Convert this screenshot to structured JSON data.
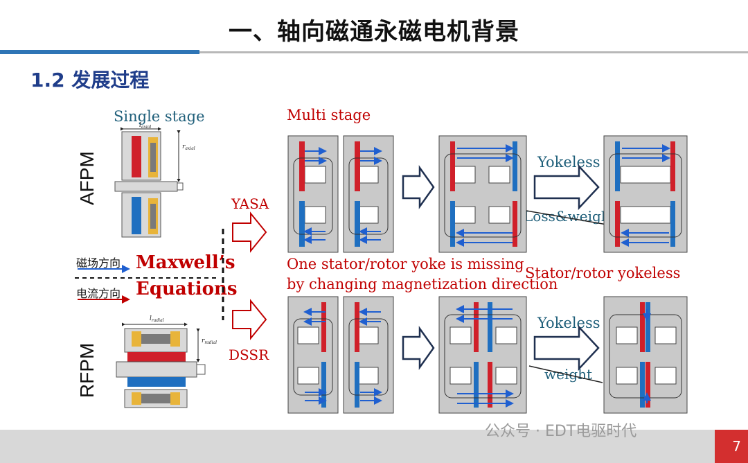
{
  "title": "一、轴向磁通永磁电机背景",
  "section": "1.2  发展过程",
  "labels": {
    "single_stage": "Single stage",
    "multi_stage": "Multi stage",
    "afpm": "AFPM",
    "rfpm": "RFPM",
    "yasa": "YASA",
    "dssr": "DSSR",
    "field_dir": "磁场方向",
    "current_dir": "电流方向",
    "maxwell": "Maxwell’s",
    "equations": "Equations",
    "yokeless_top": "Yokeless",
    "loss_weight": "Loss&weight",
    "yokeless_bottom": "Yokeless",
    "weight": "weight",
    "stator_yoke_1": "One stator/rotor yoke is missing",
    "stator_yoke_2": "by changing magnetization direction",
    "stator_rotor_yokeless": "Stator/rotor yokeless",
    "l_axial": "l",
    "l_axial_sub": "axial",
    "r_axial": "r",
    "r_axial_sub": "axial",
    "l_radial": "l",
    "l_radial_sub": "radial",
    "r_radial": "r",
    "r_radial_sub": "radial"
  },
  "watermark": "公众号 · EDT电驱时代",
  "page_number": "7",
  "colors": {
    "magnet_red": "#D0202A",
    "magnet_blue": "#1F6FC0",
    "coil_yellow": "#E8B43A",
    "core_gray": "#CFCFCF",
    "accent_blue": "#2E75B6",
    "label_red": "#C00000"
  }
}
